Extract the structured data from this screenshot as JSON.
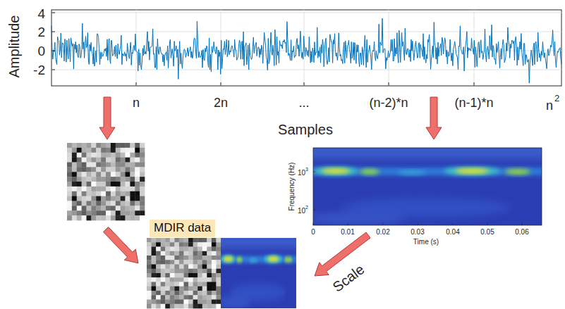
{
  "diagram": {
    "nodes": [
      {
        "text": [
          "MDIR data"
        ]
      }
    ],
    "labels": [
      "4",
      "2",
      "0",
      "-2",
      "Amplitude",
      "n",
      "2n",
      "...",
      "(n-2)*n",
      "(n-1)*n",
      "n",
      "2",
      "Samples",
      "Frequency (Hz)",
      "10",
      "3",
      "10",
      "2",
      "0",
      "0.01",
      "0.02",
      "0.03",
      "0.04",
      "0.05",
      "0.06",
      "Time (s)",
      "Scale"
    ]
  }
}
